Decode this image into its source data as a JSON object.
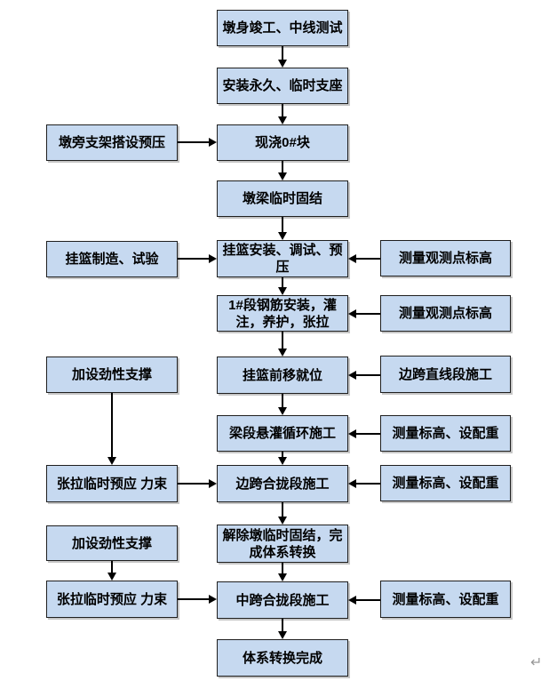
{
  "style": {
    "box_fill": "#c6d9f0",
    "box_border": "#1f1f1f",
    "arrow_color": "#000000",
    "text_color": "#000000",
    "return_mark_color": "#989898"
  },
  "nodes": {
    "c1": "墩身竣工、中线测试",
    "c2": "安装永久、临时支座",
    "c3": "现浇0#块",
    "c4": "墩梁临时固结",
    "c5": "挂篮安装、调试、预压",
    "c6": "1#段钢筋安装，灌注，养护，张拉",
    "c7": "挂篮前移就位",
    "c8": "梁段悬灌循环施工",
    "c9": "边跨合拢段施工",
    "c10": "解除墩临时固结，完成体系转换",
    "c11": "中跨合拢段施工",
    "c12": "体系转换完成",
    "l1": "墩旁支架搭设预压",
    "l2": "挂篮制造、试验",
    "l3": "加设劲性支撑",
    "l4": "张拉临时预应 力束",
    "l5": "加设劲性支撑",
    "l6": "张拉临时预应 力束",
    "r1": "测量观测点标高",
    "r2": "测量观测点标高",
    "r3": "边跨直线段施工",
    "r4": "测量标高、设配重",
    "r5": "测量标高、设配重",
    "r6": "测量标高、设配重"
  },
  "marks": {
    "return_symbol": "↵"
  }
}
